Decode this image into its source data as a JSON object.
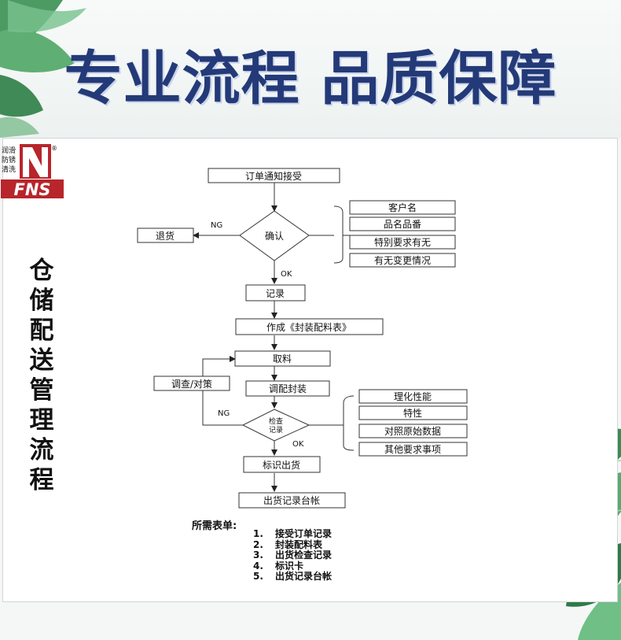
{
  "header": {
    "title": "专业流程 品质保障"
  },
  "logo": {
    "lines": [
      "润滑",
      "防锈",
      "清洗"
    ],
    "mark": "FNS",
    "registered": "®"
  },
  "side_title": "仓储配送管理流程",
  "flow": {
    "order_receive": "订单通知接受",
    "confirm": "确认",
    "return_goods": "退货",
    "ng": "NG",
    "ok": "OK",
    "confirm_items": [
      "客户名",
      "品名品番",
      "特别要求有无",
      "有无变更情况"
    ],
    "record": "记录",
    "make_sheet": "作成《封装配料表》",
    "take_material": "取料",
    "investigate": "调查/对策",
    "mix_pack": "调配封装",
    "inspect_line1": "检查",
    "inspect_line2": "记录",
    "inspect_items": [
      "理化性能",
      "特性",
      "对照原始数据",
      "其他要求事项"
    ],
    "label_ship": "标识出货",
    "ship_ledger": "出货记录台帐"
  },
  "forms": {
    "title": "所需表单:",
    "items": [
      {
        "num": "1.",
        "label": "接受订单记录"
      },
      {
        "num": "2.",
        "label": "封装配料表"
      },
      {
        "num": "3.",
        "label": "出货检查记录"
      },
      {
        "num": "4.",
        "label": "标识卡"
      },
      {
        "num": "5.",
        "label": "出货记录台帐"
      }
    ]
  },
  "colors": {
    "title": "#243a78",
    "leaf_dark": "#2f7a4a",
    "leaf_light": "#6fbf87",
    "logo_red": "#b8252b"
  }
}
